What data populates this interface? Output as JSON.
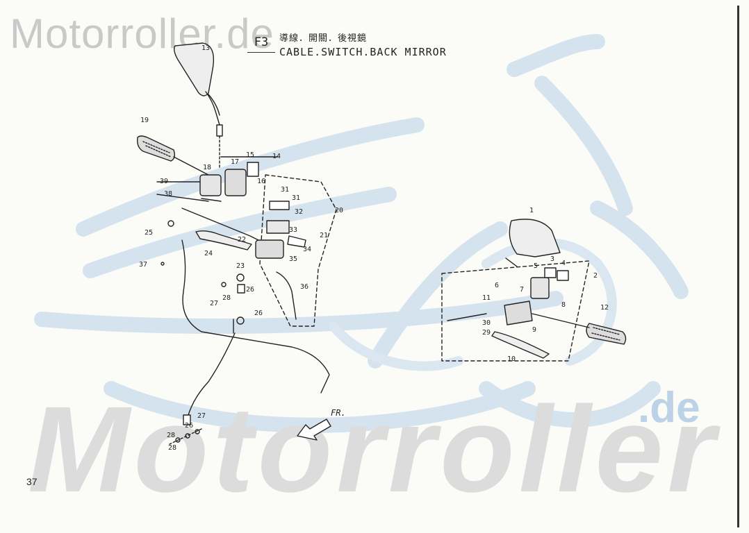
{
  "watermark": {
    "top": "Motorroller.de",
    "big": "Motorroller",
    "suffix": ".de"
  },
  "header": {
    "code": "F3",
    "title_cjk": "導線．開關．後視鏡",
    "title_en": "CABLE.SWITCH.BACK MIRROR"
  },
  "page_number": "37",
  "direction_label": "FR.",
  "callouts": {
    "c1": "1",
    "c2": "2",
    "c3": "3",
    "c4": "4",
    "c5": "5",
    "c6": "6",
    "c7": "7",
    "c8": "8",
    "c9": "9",
    "c10": "10",
    "c11": "11",
    "c12": "12",
    "c13": "13",
    "c14": "14",
    "c15": "15",
    "c16": "16",
    "c17": "17",
    "c18": "18",
    "c19": "19",
    "c20": "20",
    "c21": "21",
    "c22": "22",
    "c23": "23",
    "c24": "24",
    "c25": "25",
    "c26a": "26",
    "c26b": "26",
    "c26c": "26",
    "c27a": "27",
    "c27b": "27",
    "c28a": "28",
    "c28b": "28",
    "c28c": "28",
    "c29": "29",
    "c30": "30",
    "c31a": "31",
    "c31b": "31",
    "c32": "32",
    "c33": "33",
    "c34": "34",
    "c35": "35",
    "c36": "36",
    "c37": "37",
    "c38": "38",
    "c39": "39"
  },
  "colors": {
    "ink": "#222222",
    "watermark_gray": "#cfcfcf",
    "watermark_blue": "#c8dbea",
    "paper": "#fbfbf8"
  }
}
